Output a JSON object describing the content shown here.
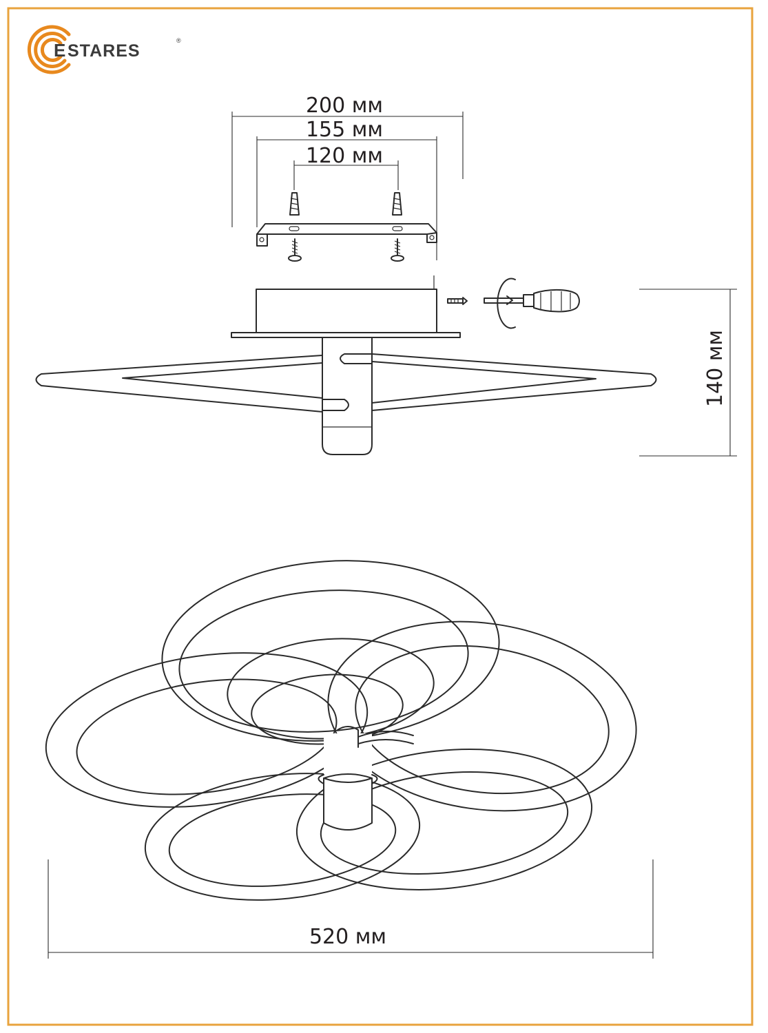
{
  "logo": {
    "brand_name": "STARES",
    "initial": "E",
    "registered_mark": "®",
    "accent_color": "#E8891E"
  },
  "frame": {
    "border_color": "#E8A33D"
  },
  "dimensions": {
    "mount_outer_width": "200 мм",
    "mount_mid_width": "155 мм",
    "mount_hole_spacing": "120 мм",
    "height": "140 мм",
    "diameter": "520 мм"
  }
}
